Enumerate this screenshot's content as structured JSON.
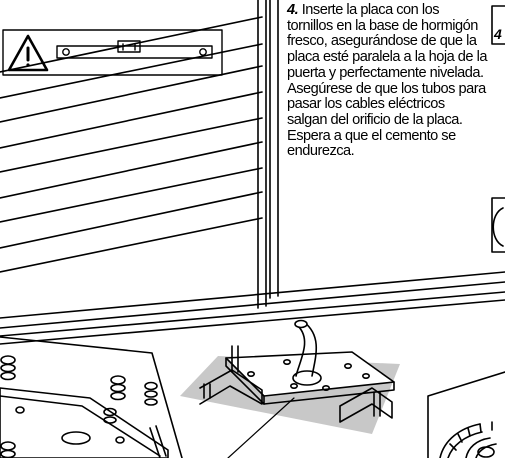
{
  "instruction": {
    "step_number": "4.",
    "paragraph_1": "Inserte la placa con los tornillos en la base de hormigón fresco, asegurándose de que la placa esté paralela a la hoja de la puerta y perfectamente nivelada. Asegúrese de que los tubos para pasar los cables eléctricos salgan del orificio de la placa.",
    "paragraph_2": "Espera a que el cemento se endurezca."
  },
  "next_step_badge": "4",
  "icons": {
    "warning": "warning-triangle-icon",
    "level": "spirit-level-icon"
  },
  "colors": {
    "line": "#000000",
    "concrete": "#c8c8c8",
    "background": "#ffffff"
  }
}
